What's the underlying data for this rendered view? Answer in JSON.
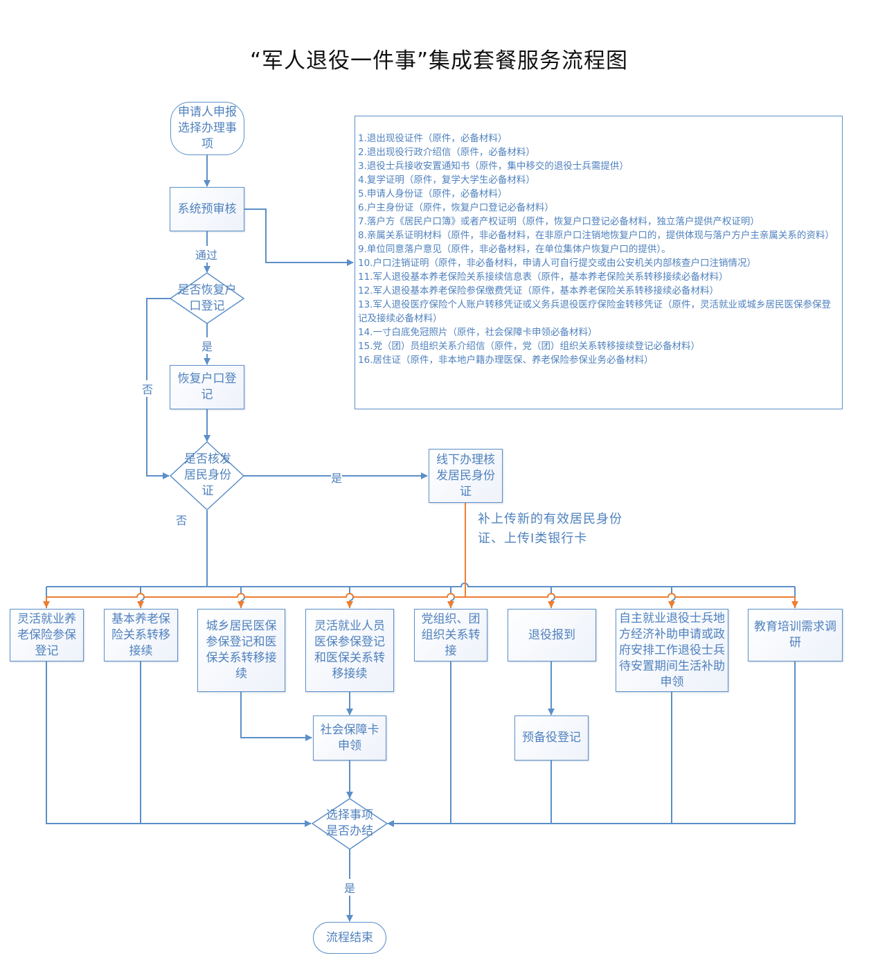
{
  "title": "“军人退役一件事”集成套餐服务流程图",
  "colors": {
    "primary_line": "#5b8fc7",
    "secondary_line": "#ed7d31",
    "text": "#4f81bd"
  },
  "nodes": {
    "start": "申请人申报选择办理事项",
    "precheck": "系统预审核",
    "decision_restore": "是否恢复户口登记",
    "restore_registration": "恢复户口登记",
    "decision_id": "是否核发居民身份证",
    "offline_id": "线下办理核发居民身份证",
    "upload_note": "补上传新的有效居民身份证、上传Ⅰ类银行卡",
    "items": [
      "灵活就业养老保险参保登记",
      "基本养老保险关系转移接续",
      "城乡居民医保参保登记和医保关系转移接续",
      "灵活就业人员医保参保登记和医保关系转移接续",
      "党组织、团组织关系转接",
      "退役报到",
      "自主就业退役士兵地方经济补助申请或政府安排工作退役士兵待安置期间生活补助申领",
      "教育培训需求调研"
    ],
    "social_card": "社会保障卡申领",
    "reserve_registration": "预备役登记",
    "decision_done": "选择事项是否办结",
    "end": "流程结束"
  },
  "edge_labels": {
    "pass": "通过",
    "yes_restore": "是",
    "no_restore": "否",
    "yes_id": "是",
    "no_id": "否",
    "yes_done": "是"
  },
  "materials": [
    "1.退出现役证件（原件，必备材料）",
    "2.退出现役行政介绍信（原件，必备材料）",
    "3.退役士兵接收安置通知书（原件，集中移交的退役士兵需提供）",
    "4.复学证明（原件，复学大学生必备材料）",
    "5.申请人身份证（原件，必备材料）",
    "6.户主身份证（原件，恢复户口登记必备材料）",
    "7.落户方《居民户口簿》或者产权证明（原件，恢复户口登记必备材料，独立落户提供产权证明）",
    "8.亲属关系证明材料（原件，非必备材料，在非原户口注销地恢复户口的，提供体现与落户方户主亲属关系的资料）",
    "9.单位同意落户意见（原件，非必备材料，在单位集体户恢复户口的提供）。",
    "10.户口注销证明（原件，非必备材料，申请人可自行提交或由公安机关内部核查户口注销情况）",
    "11.军人退役基本养老保险关系接续信息表（原件，基本养老保险关系转移接续必备材料）",
    "12.军人退役基本养老保险参保缴费凭证（原件，基本养老保险关系转移接续必备材料）",
    "13.军人退役医疗保险个人账户转移凭证或义务兵退役医疗保险金转移凭证（原件，灵活就业或城乡居民医保参保登记及接续必备材料）",
    "14.一寸白底免冠照片（原件，社会保障卡申领必备材料）",
    "15.党（团）员组织关系介绍信（原件，党（团）组织关系转移接续登记必备材料）",
    "16.居住证（原件，非本地户籍办理医保、养老保险参保业务必备材料）"
  ]
}
